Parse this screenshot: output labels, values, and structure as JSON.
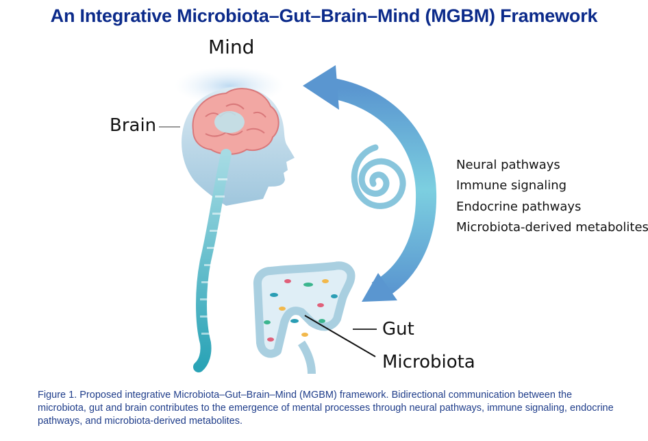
{
  "title": "An Integrative Microbiota–Gut–Brain–Mind (MGBM) Framework",
  "labels": {
    "mind": "Mind",
    "brain": "Brain",
    "gut": "Gut",
    "microbiota": "Microbiota"
  },
  "pathways": [
    "Neural pathways",
    "Immune signaling",
    "Endocrine pathways",
    "Microbiota-derived metabolites"
  ],
  "caption": "Figure 1. Proposed integrative Microbiota–Gut–Brain–Mind (MGBM) framework. Bidirectional communication between the microbiota, gut and brain contributes to the emergence of mental processes through neural pathways, immune signaling, endocrine pathways, and microbiota-derived metabolites.",
  "colors": {
    "title": "#0b2a8a",
    "caption": "#1f3d8a",
    "brain": "#f2a7a3",
    "spine": "#3fb8c8",
    "arrow": "#5aa9d6",
    "head": "#cfe3ef"
  }
}
